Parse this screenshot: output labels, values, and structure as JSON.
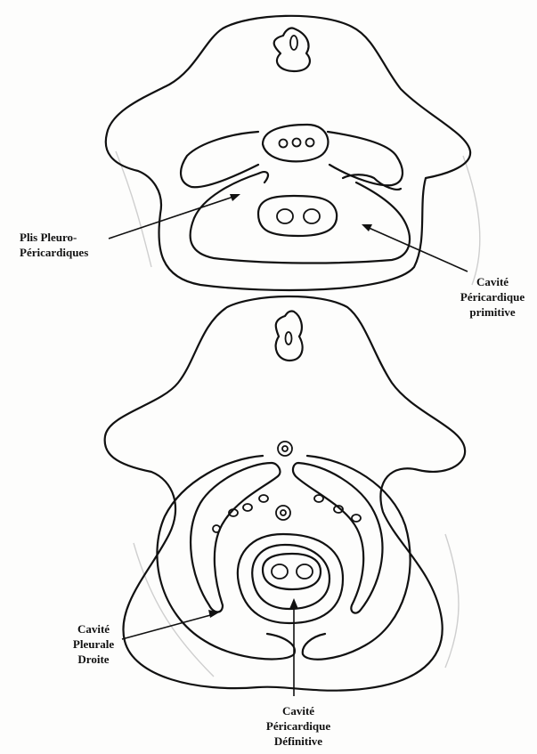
{
  "labels": {
    "plis_pleuro": [
      "Plis Pleuro-",
      "Péricardiques"
    ],
    "cavite_pericardique_primitive": [
      "Cavité",
      "Péricardique",
      "primitive"
    ],
    "cavite_pleurale_droite": [
      "Cavité",
      "Pleurale",
      "Droite"
    ],
    "cavite_pericardique_definitive": [
      "Cavité",
      "Péricardique",
      "Définitive"
    ]
  }
}
